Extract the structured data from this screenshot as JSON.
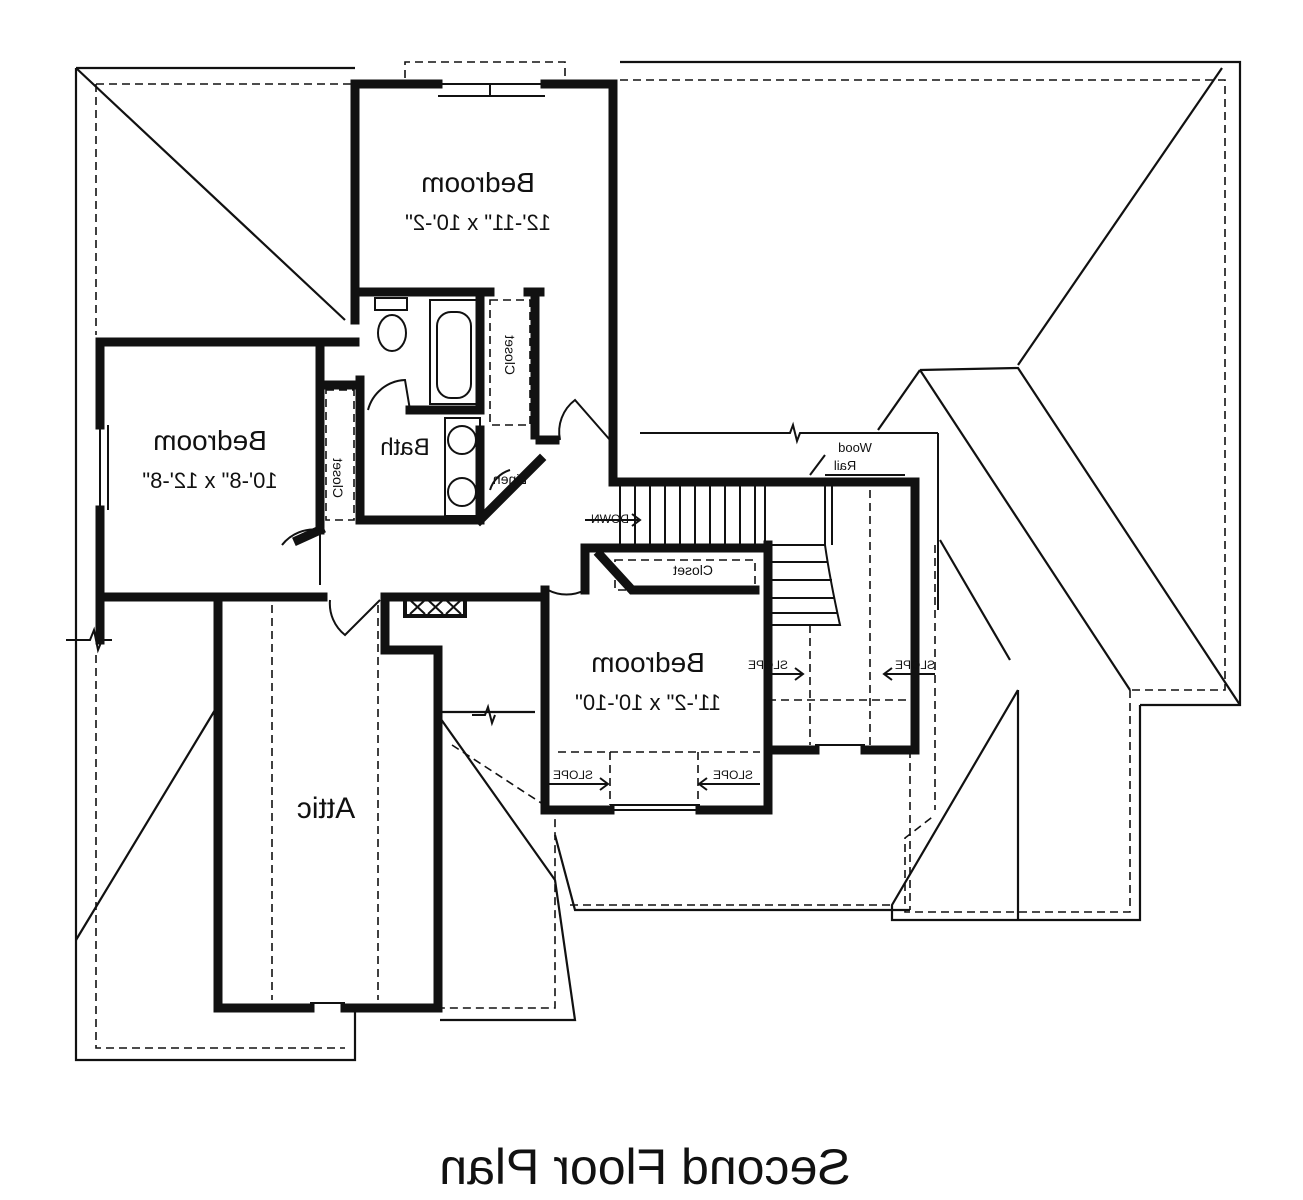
{
  "title": "Second Floor Plan",
  "rooms": {
    "bedroom_top": {
      "name": "Bedroom",
      "size": "12'-11\" x 10'-2\""
    },
    "bedroom_left": {
      "name": "Bedroom",
      "size": "10'-8\" x 12'-8\""
    },
    "bedroom_right": {
      "name": "Bedroom",
      "size": "11'-2\" x 10'-10\""
    },
    "bath": {
      "name": "Bath"
    },
    "attic": {
      "name": "Attic"
    }
  },
  "labels": {
    "closet_bath": "Closet",
    "closet_left": "Closet",
    "closet_right": "Closet",
    "linen": "Linen",
    "down": "DOWN",
    "wood": "Wood",
    "rail": "Rail",
    "slope": "SLOPE"
  }
}
